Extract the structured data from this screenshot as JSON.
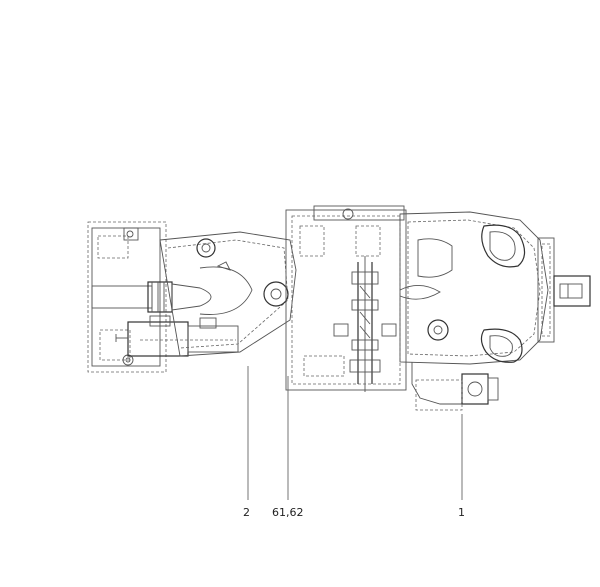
{
  "diagram": {
    "callouts": [
      {
        "id": "callout-2",
        "text": "2"
      },
      {
        "id": "callout-61-62",
        "text": "61,62"
      },
      {
        "id": "callout-1",
        "text": "1"
      }
    ]
  }
}
